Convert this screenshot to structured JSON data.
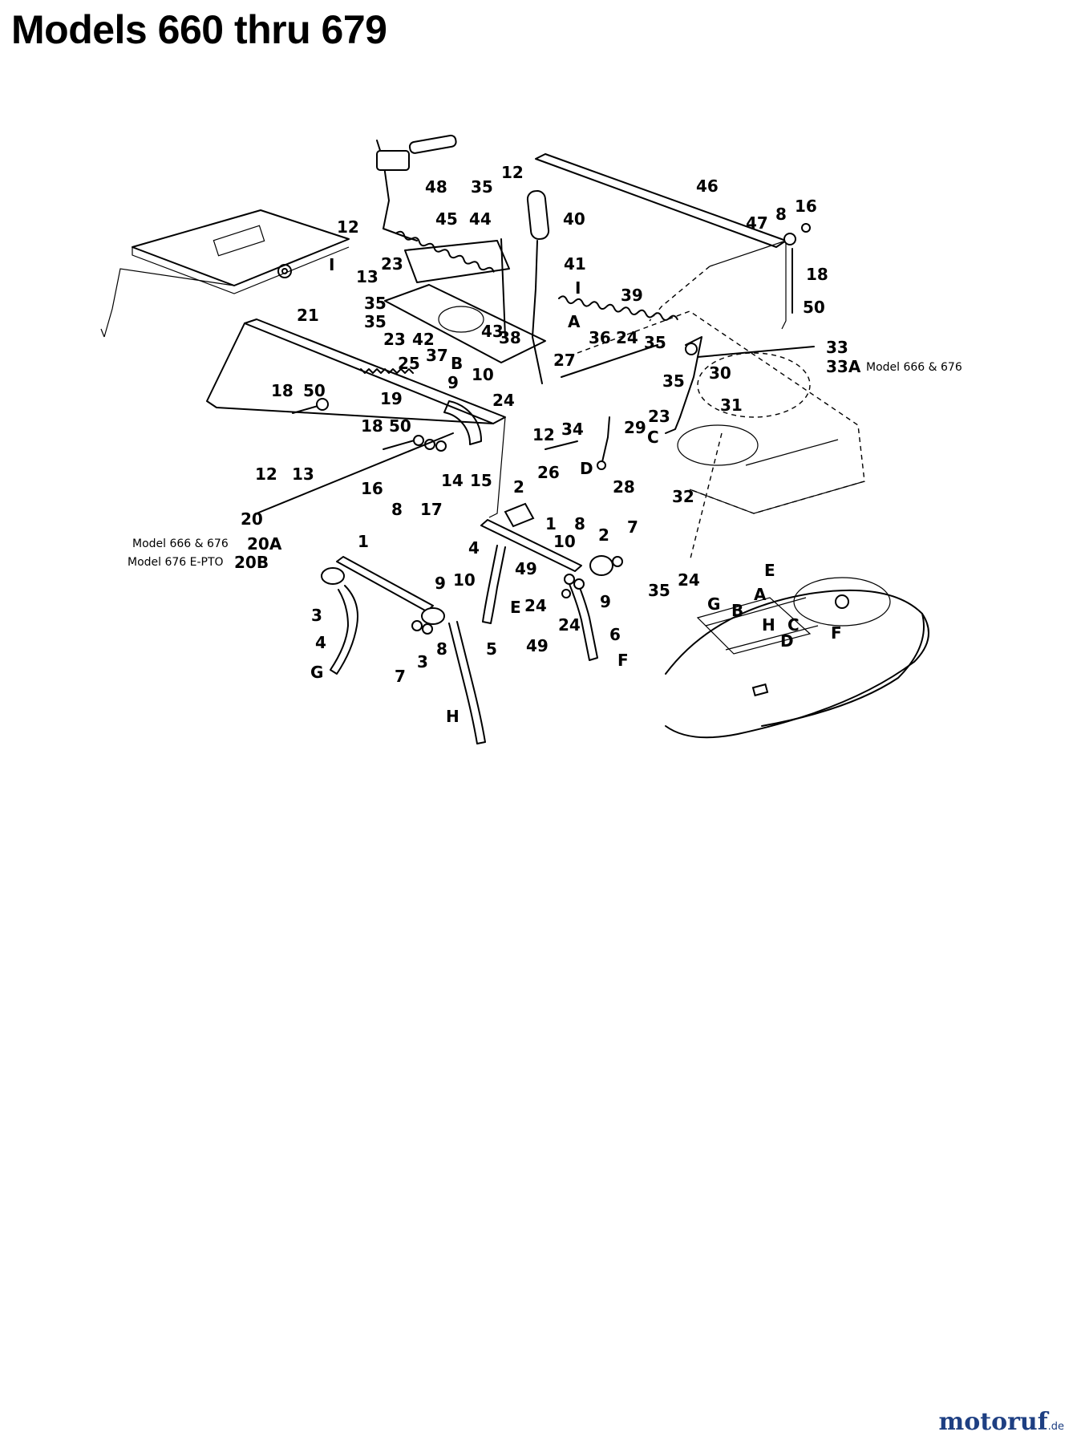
{
  "title": "Models 660 thru 679",
  "watermark": {
    "text": "motoruf",
    "suffix": ".de",
    "color": "#1e3f82"
  },
  "callouts": [
    {
      "id": "c12a",
      "text": "12"
    },
    {
      "id": "c35a",
      "text": "35"
    },
    {
      "id": "c48",
      "text": "48"
    },
    {
      "id": "c45",
      "text": "45"
    },
    {
      "id": "c44",
      "text": "44"
    },
    {
      "id": "c40",
      "text": "40"
    },
    {
      "id": "c46",
      "text": "46"
    },
    {
      "id": "c16a",
      "text": "16"
    },
    {
      "id": "c47",
      "text": "47"
    },
    {
      "id": "c8a",
      "text": "8"
    },
    {
      "id": "c18a",
      "text": "18"
    },
    {
      "id": "c50a",
      "text": "50"
    },
    {
      "id": "c12b",
      "text": "12"
    },
    {
      "id": "c23a",
      "text": "23"
    },
    {
      "id": "c41",
      "text": "41"
    },
    {
      "id": "c13a",
      "text": "13"
    },
    {
      "id": "c35b",
      "text": "35"
    },
    {
      "id": "c35c",
      "text": "35"
    },
    {
      "id": "cIa",
      "text": "I"
    },
    {
      "id": "cIb",
      "text": "I"
    },
    {
      "id": "c39",
      "text": "39"
    },
    {
      "id": "c21",
      "text": "21"
    },
    {
      "id": "cA1",
      "text": "A"
    },
    {
      "id": "c43",
      "text": "43"
    },
    {
      "id": "c23b",
      "text": "23"
    },
    {
      "id": "c42",
      "text": "42"
    },
    {
      "id": "c36",
      "text": "36"
    },
    {
      "id": "c24a",
      "text": "24"
    },
    {
      "id": "c35d",
      "text": "35"
    },
    {
      "id": "c33",
      "text": "33"
    },
    {
      "id": "c33A",
      "text": "33A"
    },
    {
      "id": "c37",
      "text": "37"
    },
    {
      "id": "cB1",
      "text": "B"
    },
    {
      "id": "c38",
      "text": "38"
    },
    {
      "id": "c27",
      "text": "27"
    },
    {
      "id": "c25",
      "text": "25"
    },
    {
      "id": "c9a",
      "text": "9"
    },
    {
      "id": "c10a",
      "text": "10"
    },
    {
      "id": "c35e",
      "text": "35"
    },
    {
      "id": "c30",
      "text": "30"
    },
    {
      "id": "c18b",
      "text": "18"
    },
    {
      "id": "c50b",
      "text": "50"
    },
    {
      "id": "c19",
      "text": "19"
    },
    {
      "id": "c24b",
      "text": "24"
    },
    {
      "id": "c31",
      "text": "31"
    },
    {
      "id": "c23c",
      "text": "23"
    },
    {
      "id": "c29",
      "text": "29"
    },
    {
      "id": "cC1",
      "text": "C"
    },
    {
      "id": "c18c",
      "text": "18"
    },
    {
      "id": "c50c",
      "text": "50"
    },
    {
      "id": "c12c",
      "text": "12"
    },
    {
      "id": "c34",
      "text": "34"
    },
    {
      "id": "c12d",
      "text": "12"
    },
    {
      "id": "c13b",
      "text": "13"
    },
    {
      "id": "c26",
      "text": "26"
    },
    {
      "id": "cD1",
      "text": "D"
    },
    {
      "id": "c14",
      "text": "14"
    },
    {
      "id": "c15",
      "text": "15"
    },
    {
      "id": "c16b",
      "text": "16"
    },
    {
      "id": "c28",
      "text": "28"
    },
    {
      "id": "c32",
      "text": "32"
    },
    {
      "id": "c8b",
      "text": "8"
    },
    {
      "id": "c17",
      "text": "17"
    },
    {
      "id": "c2a",
      "text": "2"
    },
    {
      "id": "c20",
      "text": "20"
    },
    {
      "id": "c20A",
      "text": "20A"
    },
    {
      "id": "c20B",
      "text": "20B"
    },
    {
      "id": "c1a",
      "text": "1"
    },
    {
      "id": "c8c",
      "text": "8"
    },
    {
      "id": "c2b",
      "text": "2"
    },
    {
      "id": "c7a",
      "text": "7"
    },
    {
      "id": "c10b",
      "text": "10"
    },
    {
      "id": "c4a",
      "text": "4"
    },
    {
      "id": "c1b",
      "text": "1"
    },
    {
      "id": "c49a",
      "text": "49"
    },
    {
      "id": "cE1",
      "text": "E"
    },
    {
      "id": "c24c",
      "text": "24"
    },
    {
      "id": "c9b",
      "text": "9"
    },
    {
      "id": "c10c",
      "text": "10"
    },
    {
      "id": "cEa",
      "text": "E"
    },
    {
      "id": "c9c",
      "text": "9"
    },
    {
      "id": "c35f",
      "text": "35"
    },
    {
      "id": "cA2",
      "text": "A"
    },
    {
      "id": "c24d",
      "text": "24"
    },
    {
      "id": "c3a",
      "text": "3"
    },
    {
      "id": "c24e",
      "text": "24"
    },
    {
      "id": "cG2",
      "text": "G"
    },
    {
      "id": "cB2",
      "text": "B"
    },
    {
      "id": "c6",
      "text": "6"
    },
    {
      "id": "c49b",
      "text": "49"
    },
    {
      "id": "cH2",
      "text": "H"
    },
    {
      "id": "cC2",
      "text": "C"
    },
    {
      "id": "c4b",
      "text": "4"
    },
    {
      "id": "c8d",
      "text": "8"
    },
    {
      "id": "c5",
      "text": "5"
    },
    {
      "id": "cF1",
      "text": "F"
    },
    {
      "id": "cD2",
      "text": "D"
    },
    {
      "id": "cF2",
      "text": "F"
    },
    {
      "id": "cG1",
      "text": "G"
    },
    {
      "id": "c7b",
      "text": "7"
    },
    {
      "id": "c3b",
      "text": "3"
    },
    {
      "id": "cH1",
      "text": "H"
    }
  ],
  "notes": {
    "n33A": "Model 666 & 676",
    "n20A": "Model 666 & 676",
    "n20B": "Model 676 E-PTO"
  }
}
